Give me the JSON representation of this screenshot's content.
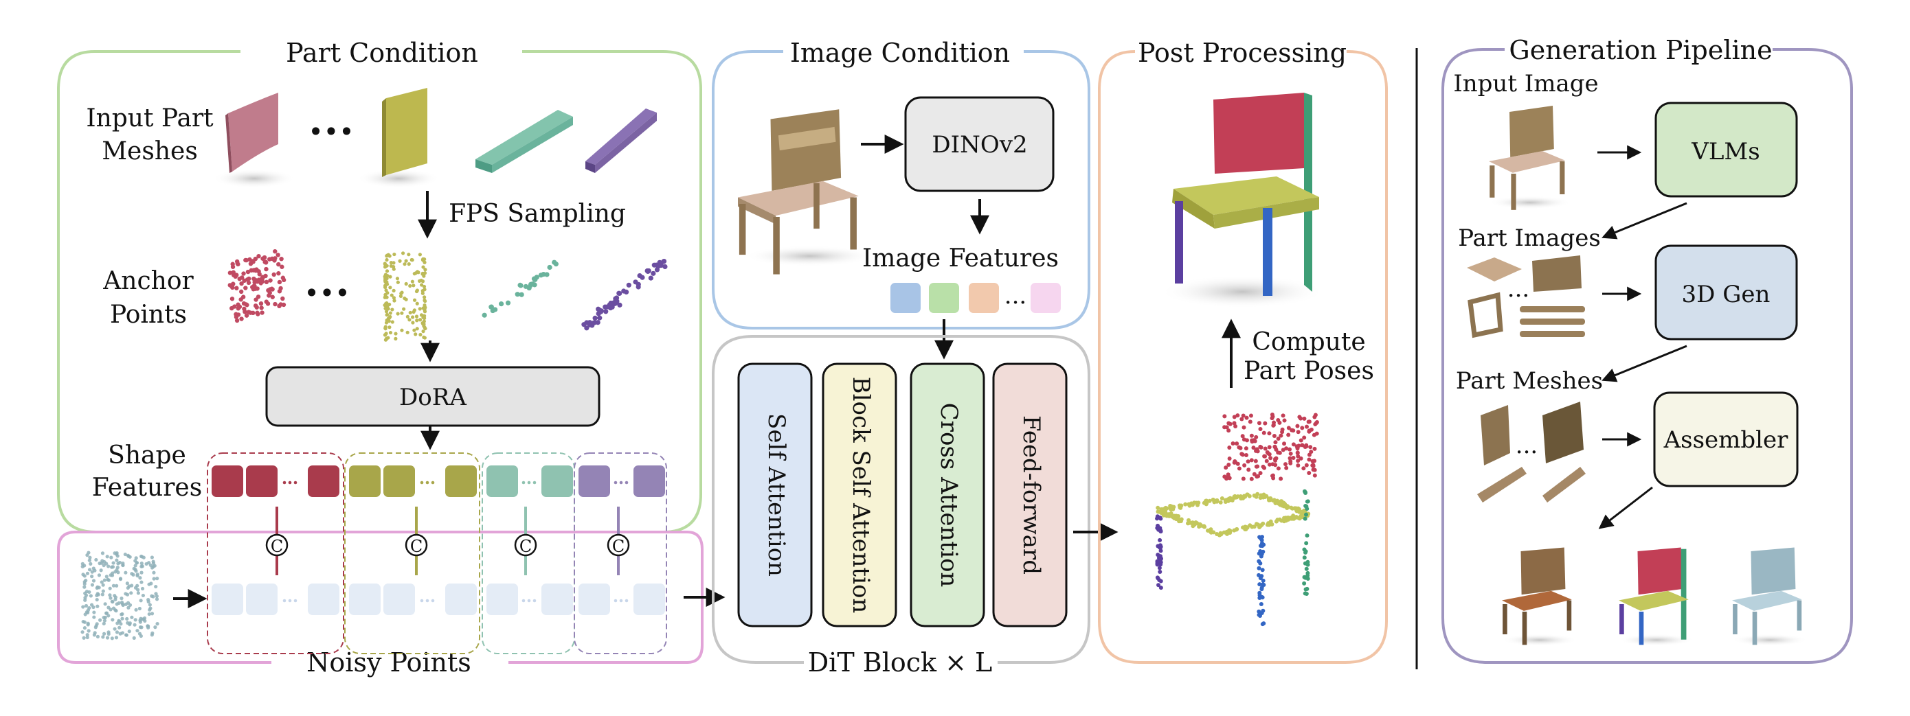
{
  "part_condition": {
    "title": "Part Condition",
    "input_meshes_line1": "Input Part",
    "input_meshes_line2": "Meshes",
    "fps_sampling": "FPS Sampling",
    "anchor_line1": "Anchor",
    "anchor_line2": "Points",
    "dora": "DoRA",
    "shape_line1": "Shape",
    "shape_line2": "Features",
    "ellipsis": "•••",
    "part_colors": [
      "#b56a7c",
      "#b5b24a",
      "#6ab39c",
      "#7b63a3"
    ],
    "feature_colors": [
      "#a93b4c",
      "#a8a64a",
      "#8fc2b0",
      "#9484b5"
    ]
  },
  "noisy_points": {
    "title": "Noisy Points",
    "concat_symbol": "C"
  },
  "image_condition": {
    "title": "Image Condition",
    "encoder": "DINOv2",
    "features_label": "Image Features",
    "feature_dot_ellipsis": "...",
    "feature_colors": [
      "#a8c4e6",
      "#b9e0a8",
      "#f2c9ad",
      "#f6d6ef"
    ]
  },
  "dit": {
    "footer": "DiT Block × L",
    "blocks": [
      {
        "label": "Self Attention",
        "fill": "#dbe6f5"
      },
      {
        "label": "Block Self Attention",
        "fill": "#f7f3d5"
      },
      {
        "label": "Cross Attention",
        "fill": "#d9ecd2"
      },
      {
        "label": "Feed-forward",
        "fill": "#f1dcd8"
      }
    ]
  },
  "post_processing": {
    "title": "Post Processing",
    "compute_line1": "Compute",
    "compute_line2": "Part Poses"
  },
  "generation_pipeline": {
    "title": "Generation Pipeline",
    "input_image": "Input Image",
    "part_images": "Part Images",
    "part_meshes": "Part Meshes",
    "vlms": "VLMs",
    "gen3d": "3D Gen",
    "assembler": "Assembler",
    "dots": "..."
  },
  "colors": {
    "part_border": "#b8dba0",
    "noisy_border": "#e2a4d8",
    "image_border": "#a9c6e6",
    "dit_border": "#c6c6c6",
    "post_border": "#f1c4a6",
    "gen_border": "#9f95c0",
    "vlms_fill": "#d3e8c8",
    "gen3d_fill": "#d3dfec",
    "assembler_fill": "#f6f5e7",
    "dinov2_fill": "#e9e9e9",
    "dora_fill": "#e4e4e4"
  }
}
